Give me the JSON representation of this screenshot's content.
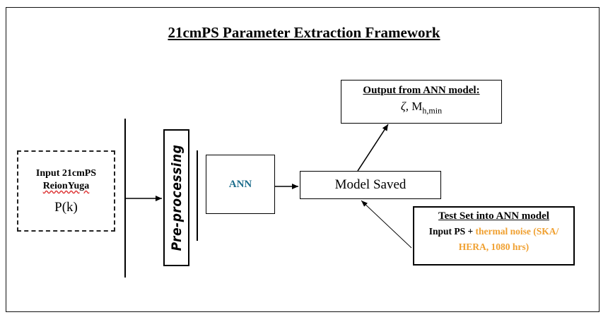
{
  "title": "21cmPS Parameter Extraction Framework",
  "input": {
    "line1": "Input 21cmPS",
    "line2": "ReionYuga",
    "line3": "P(k)"
  },
  "preprocessing": {
    "label": "Pre-processing"
  },
  "ann": {
    "label": "ANN"
  },
  "model_saved": {
    "label": "Model Saved"
  },
  "output": {
    "heading": "Output from ANN model:",
    "zeta": "ζ,",
    "m": "M",
    "m_sub": "h,min"
  },
  "test_set": {
    "heading": "Test Set into ANN model",
    "prefix": "Input PS + ",
    "noise_line1": "thermal noise (SKA/",
    "noise_line2": "HERA, 1080 hrs)"
  },
  "colors": {
    "ann_text": "#1d6d8c",
    "noise_text": "#f0a030",
    "spellcheck_underline": "#d33"
  }
}
